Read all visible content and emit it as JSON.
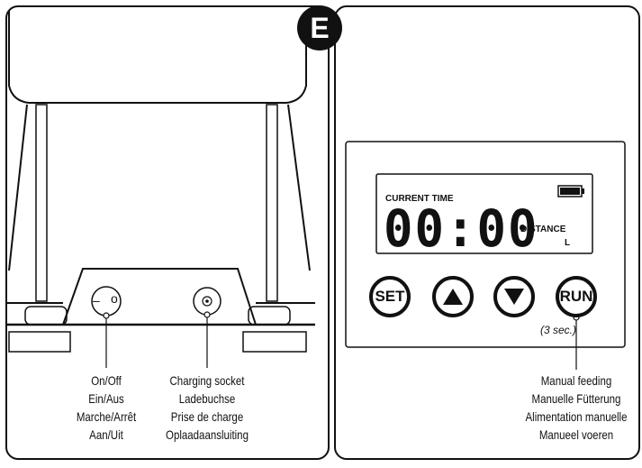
{
  "badge": "E",
  "left": {
    "switch_glyphs": {
      "off": "–",
      "on": "o"
    },
    "onoff_labels": [
      "On/Off",
      "Ein/Aus",
      "Marche/Arrêt",
      "Aan/Uit"
    ],
    "charging_labels": [
      "Charging socket",
      "Ladebuchse",
      "Prise de charge",
      "Oplaadaansluiting"
    ]
  },
  "display": {
    "current_time_label": "CURRENT TIME",
    "time_value": "00:00",
    "distance_label": "DISTANCE",
    "unit": "L",
    "battery_icon": "battery-full-icon"
  },
  "buttons": {
    "set": "SET",
    "up_icon": "triangle-up-icon",
    "down_icon": "triangle-down-icon",
    "run": "RUN",
    "run_hint": "(3 sec.)"
  },
  "manual_feeding_labels": [
    "Manual feeding",
    "Manuelle Fütterung",
    "Alimentation manuelle",
    "Manueel voeren"
  ]
}
